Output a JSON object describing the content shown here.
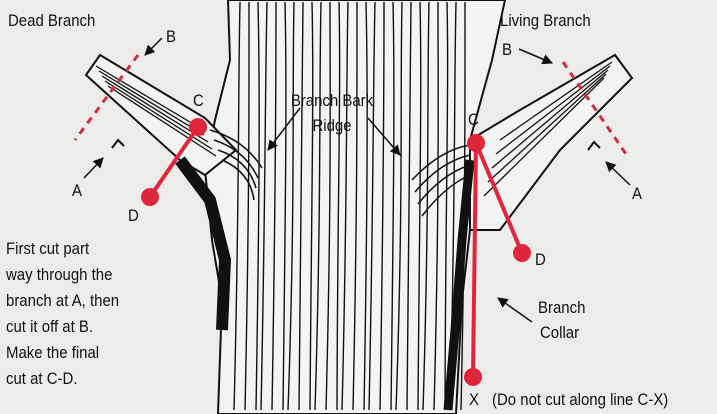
{
  "labels": {
    "dead_branch": "Dead Branch",
    "living_branch": "Living Branch",
    "branch_bark_ridge_1": "Branch Bark",
    "branch_bark_ridge_2": "Ridge",
    "branch_collar_1": "Branch",
    "branch_collar_2": "Collar",
    "left_b": "B",
    "right_b": "B",
    "left_a": "A",
    "right_a": "A",
    "left_c": "C",
    "right_c": "C",
    "left_d": "D",
    "right_d": "D",
    "x_point": "X",
    "x_note": "(Do not cut along line C-X)"
  },
  "instructions": [
    "First cut part",
    "way through the",
    "branch at A, then",
    "cut it off at B.",
    "Make the final",
    "cut at C-D."
  ],
  "colors": {
    "cut_line": "#e0263a",
    "dashed_mark": "#c8323e",
    "ink": "#111111",
    "background": "#ececea"
  }
}
